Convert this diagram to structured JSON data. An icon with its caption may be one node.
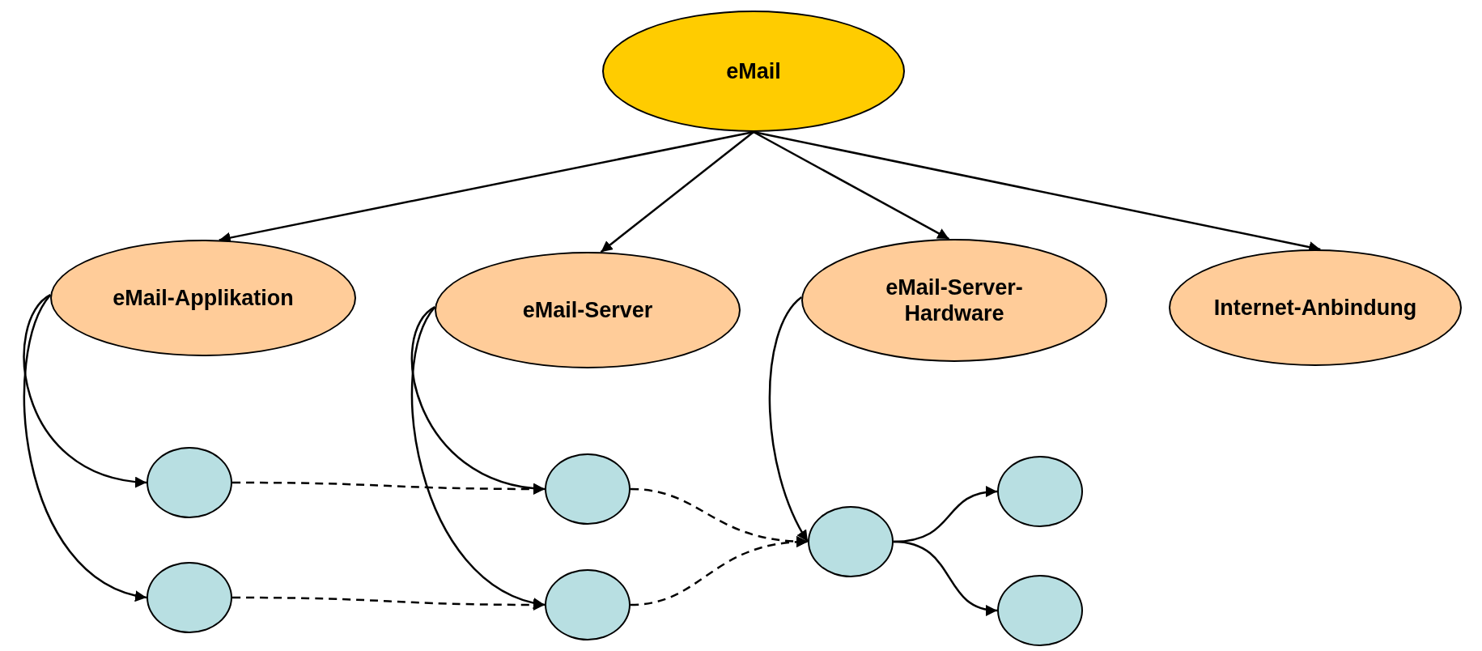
{
  "diagram": {
    "nodes": [
      {
        "text": [
          "eMail"
        ]
      },
      {
        "text": [
          "eMail-Applikation"
        ]
      },
      {
        "text": [
          "eMail-Server"
        ]
      },
      {
        "text": [
          "eMail-Server-Hardware"
        ]
      },
      {
        "text": [
          "Internet-Anbindung"
        ]
      },
      {
        "text": [],
        "shape": "circle"
      },
      {
        "text": [],
        "shape": "circle"
      },
      {
        "text": [],
        "shape": "circle"
      },
      {
        "text": [],
        "shape": "circle"
      },
      {
        "text": [],
        "shape": "circle"
      },
      {
        "text": [],
        "shape": "circle"
      },
      {
        "text": [],
        "shape": "circle"
      }
    ],
    "edges": [
      {
        "from": 0,
        "to": 1,
        "arrow": "to"
      },
      {
        "from": 0,
        "to": 2,
        "arrow": "to"
      },
      {
        "from": 0,
        "to": 3,
        "arrow": "to"
      },
      {
        "from": 0,
        "to": 4,
        "arrow": "to"
      },
      {
        "from": 1,
        "to": 5,
        "arrow": "to"
      },
      {
        "from": 1,
        "to": 6,
        "arrow": "to"
      },
      {
        "from": 2,
        "to": 7,
        "arrow": "to"
      },
      {
        "from": 2,
        "to": 8,
        "arrow": "to"
      },
      {
        "from": 3,
        "to": 9,
        "arrow": "to"
      },
      {
        "from": 5,
        "to": 7,
        "arrow": "to",
        "style": "dashed"
      },
      {
        "from": 6,
        "to": 8,
        "arrow": "to",
        "style": "dashed"
      },
      {
        "from": 7,
        "to": 9,
        "arrow": "to",
        "style": "dashed"
      },
      {
        "from": 8,
        "to": 9,
        "arrow": "to",
        "style": "dashed"
      },
      {
        "from": 9,
        "to": 10,
        "arrow": "to"
      },
      {
        "from": 9,
        "to": 11,
        "arrow": "to"
      }
    ]
  }
}
